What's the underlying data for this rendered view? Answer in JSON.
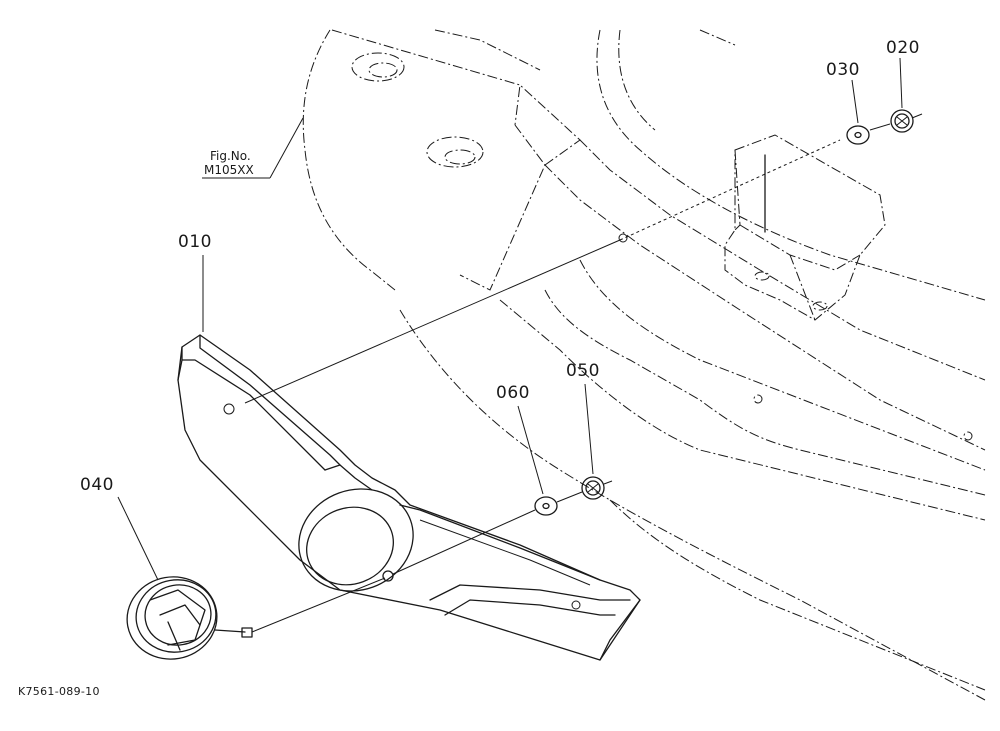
{
  "figure_ref": {
    "line1": "Fig.No.",
    "line2": "M105XX"
  },
  "drawing_code": "K7561-089-10",
  "callouts": [
    {
      "id": "p010",
      "label": "010"
    },
    {
      "id": "p020",
      "label": "020"
    },
    {
      "id": "p030",
      "label": "030"
    },
    {
      "id": "p040",
      "label": "040"
    },
    {
      "id": "p050",
      "label": "050"
    },
    {
      "id": "p060",
      "label": "060"
    }
  ]
}
